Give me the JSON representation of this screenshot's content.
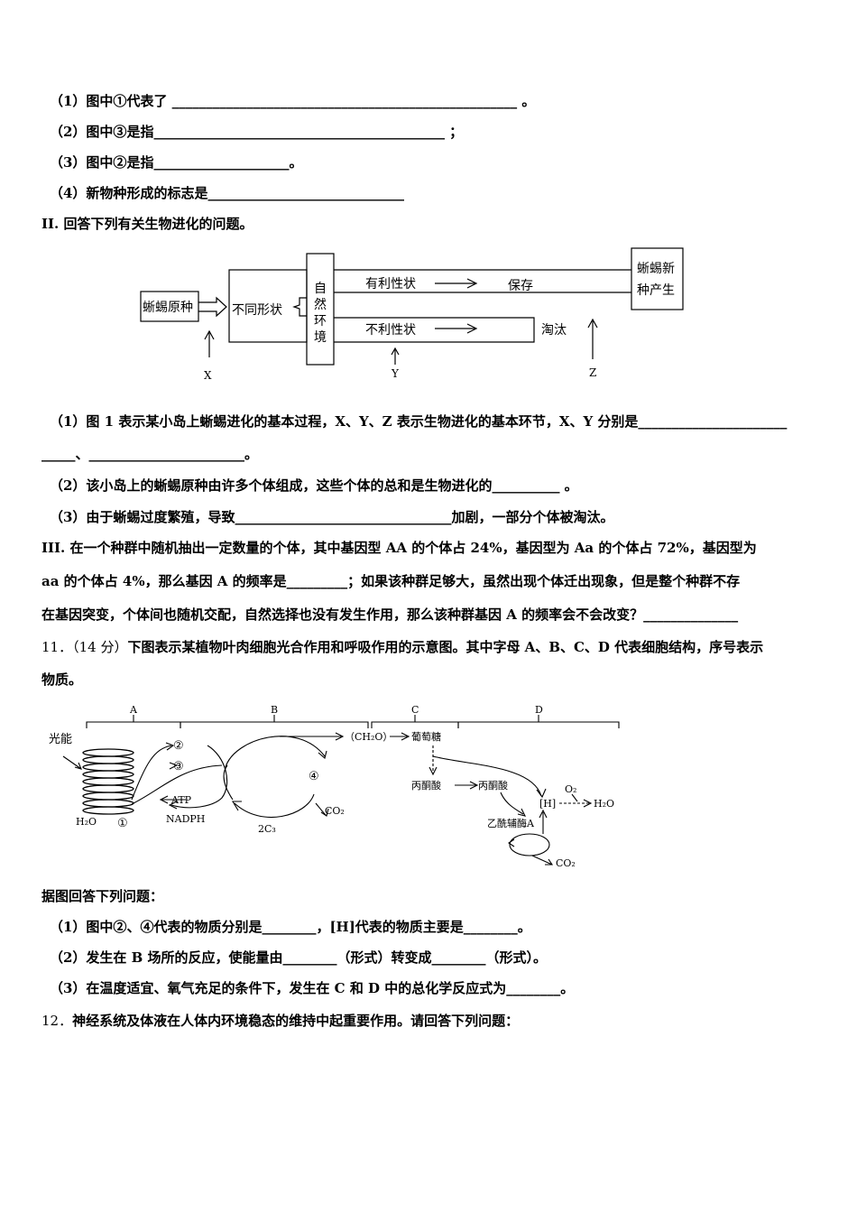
{
  "section1": {
    "q1": "（1）图中①代表了 ___________________________________________________ 。",
    "q2": "（2）图中③是指___________________________________________ ；",
    "q3": "（3）图中②是指____________________。",
    "q4": "（4）新物种形成的标志是_____________________________"
  },
  "section2": {
    "heading": "II. 回答下列有关生物进化的问题。",
    "diagram": {
      "original_species": "蜥蜴原种",
      "different_traits": "不同形状",
      "environment": [
        "自",
        "然",
        "环",
        "境"
      ],
      "favorable": "有利性状",
      "preserve": "保存",
      "unfavorable": "不利性状",
      "eliminate": "淘汰",
      "new_species": [
        "蜥蜴新",
        "种产生"
      ],
      "x": "X",
      "y": "Y",
      "z": "Z"
    },
    "q1_line1": "（1）图 1 表示某小岛上蜥蜴进化的基本过程，X、Y、Z 表示生物进化的基本环节，X、Y 分别是______________________",
    "q1_line2": "_____、_______________________。",
    "q2": "（2）该小岛上的蜥蜴原种由许多个体组成，这些个体的总和是生物进化的__________ 。",
    "q3": "（3）由于蜥蜴过度繁殖，导致________________________________加剧，一部分个体被淘汰。"
  },
  "section3": {
    "line1": "III. 在一个种群中随机抽出一定数量的个体，其中基因型 AA 的个体占 24%，基因型为 Aa 的个体占 72%，基因型为",
    "line2": "aa 的个体占 4%，那么基因 A 的频率是_________；如果该种群足够大，虽然出现个体迁出现象，但是整个种群不存",
    "line3": "在基因突变，个体间也随机交配，自然选择也没有发生作用，那么该种群基因 A 的频率会不会改变？______________"
  },
  "q11": {
    "number": "11．（14 分）",
    "line1": "下图表示某植物叶肉细胞光合作用和呼吸作用的示意图。其中字母 A、B、C、D 代表细胞结构，序号表示",
    "line2": "物质。",
    "diagram": {
      "A": "A",
      "B": "B",
      "C": "C",
      "D": "D",
      "light": "光能",
      "c2": "②",
      "c3": "③",
      "c1": "①",
      "c4": "④",
      "atp": "ATP",
      "nadph": "NADPH",
      "h2o_left": "H₂O",
      "two_c3": "2C₃",
      "co2_b": "CO₂",
      "ch2o": "（CH₂O）",
      "glucose": "葡萄糖",
      "pyruvate1": "丙酮酸",
      "pyruvate2": "丙酮酸",
      "h": "[H]",
      "o2": "O₂",
      "h2o_right": "H₂O",
      "acetyl_coa": "乙酰辅酶A",
      "co2_d": "CO₂"
    },
    "intro": "据图回答下列问题：",
    "q1": "（1）图中②、④代表的物质分别是________，[H]代表的物质主要是________。",
    "q2": "（2）发生在 B 场所的反应，使能量由________（形式）转变成________（形式）。",
    "q3": "（3）在温度适宜、氧气充足的条件下，发生在 C 和 D 中的总化学反应式为________。"
  },
  "q12": {
    "number": "12．",
    "text": "神经系统及体液在人体内环境稳态的维持中起重要作用。请回答下列问题："
  }
}
